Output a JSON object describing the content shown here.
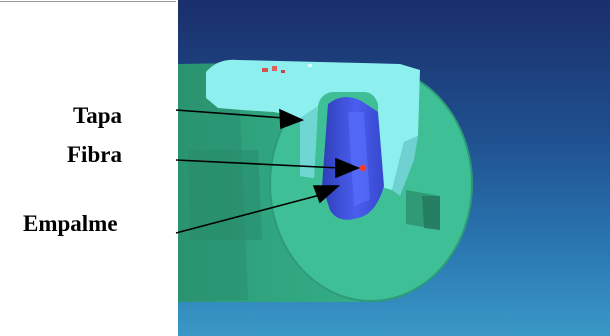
{
  "labels": {
    "tapa": "Tapa",
    "fibra": "Fibra",
    "empalme": "Empalme"
  },
  "colors": {
    "background_top": "#1a2f6b",
    "background_bottom": "#3a98c6",
    "body_green": "#3fbf95",
    "cap_cyan": "#8ef0ee",
    "inner_blue": "#3b4fd8",
    "fiber_point": "#ff3b1f"
  }
}
